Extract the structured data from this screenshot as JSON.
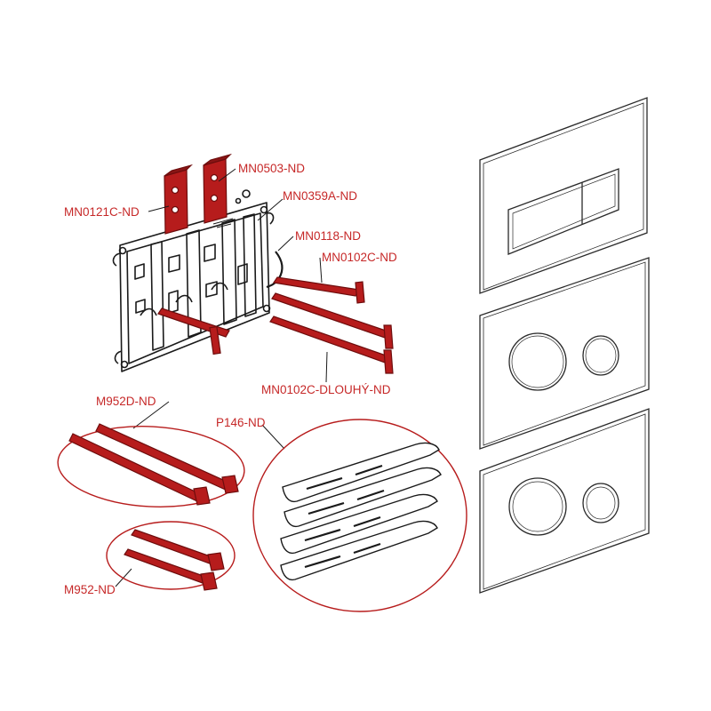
{
  "colors": {
    "part": "#b61c1c",
    "part_dark": "#6e0d0d",
    "label": "#c62828",
    "line": "#1a1a1a",
    "ellipse": "#b71c1c"
  },
  "labels": {
    "mn0503": "MN0503-ND",
    "mn0121c": "MN0121C-ND",
    "mn0359a": "MN0359A-ND",
    "mn0118": "MN0118-ND",
    "mn0102c": "MN0102C-ND",
    "mn0102c_dlouhy": "MN0102C-DLOUHÝ-ND",
    "m952d": "M952D-ND",
    "p146": "P146-ND",
    "m952": "M952-ND"
  }
}
